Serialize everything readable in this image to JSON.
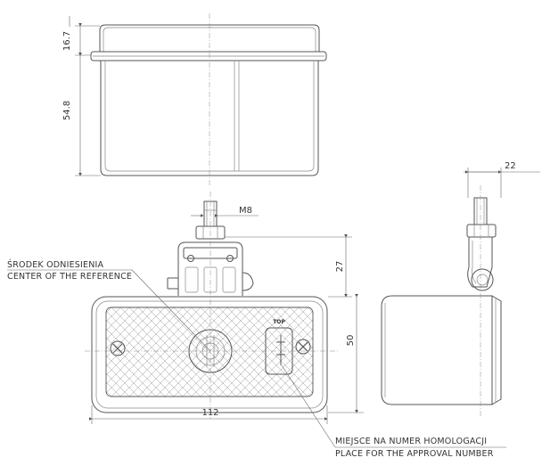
{
  "dimensions": {
    "top_height": "16.7",
    "body_height": "54.8",
    "bolt_thread": "M8",
    "side_width": "22",
    "bracket_height": "27",
    "lens_height": "50",
    "total_width": "112"
  },
  "labels": {
    "reference_pl": "ŚRODEK ODNIESIENIA",
    "reference_en": "CENTER OF THE REFERENCE",
    "approval_pl": "MIEJSCE NA NUMER HOMOLOGACJI",
    "approval_en": "PLACE FOR THE APPROVAL NUMBER",
    "top_mark": "TOP"
  },
  "colors": {
    "line": "#555555",
    "background": "#ffffff"
  }
}
